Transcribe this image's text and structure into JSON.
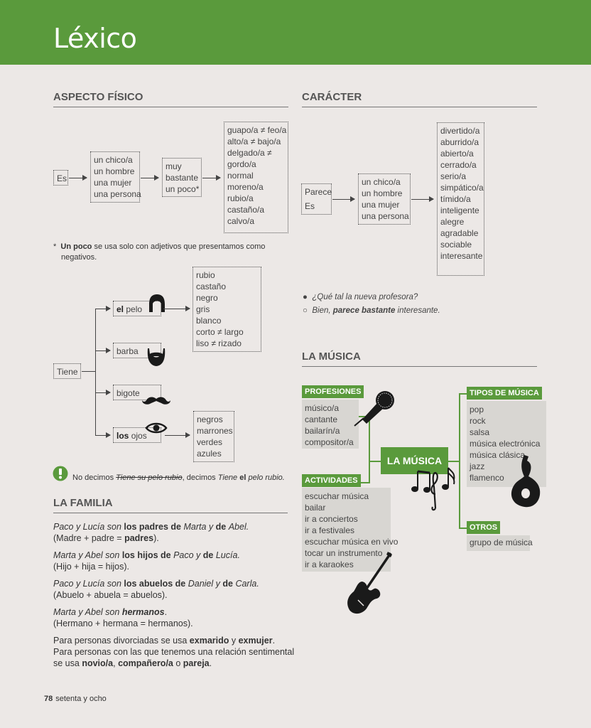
{
  "header": {
    "title": "Léxico"
  },
  "aspecto": {
    "heading": "ASPECTO FÍSICO",
    "es": "Es",
    "subjects": [
      "un chico/a",
      "un hombre",
      "una mujer",
      "una persona"
    ],
    "intensifiers": [
      "muy",
      "bastante",
      "un poco*"
    ],
    "adjectives": [
      "guapo/a ≠ feo/a",
      "alto/a ≠ bajo/a",
      "delgado/a ≠",
      "gordo/a",
      "normal",
      "moreno/a",
      "rubio/a",
      "castaño/a",
      "calvo/a"
    ],
    "footnote_star": "*",
    "footnote_bold": "Un poco",
    "footnote_rest": "se usa solo con adjetivos que presentamos como",
    "footnote_rest2": "negativos."
  },
  "tiene": {
    "verb": "Tiene",
    "pelo_art": "el",
    "pelo": "pelo",
    "barba": "barba",
    "bigote": "bigote",
    "ojos_art": "los",
    "ojos": "ojos",
    "hair_colors": [
      "rubio",
      "castaño",
      "negro",
      "gris",
      "blanco",
      "corto ≠ largo",
      "liso ≠ rizado"
    ],
    "eye_colors": [
      "negros",
      "marrones",
      "verdes",
      "azules"
    ],
    "warning_icon": "exclamation-icon",
    "warning_p1": "No decimos",
    "warning_wrong": "Tiene su pelo rubio",
    "warning_p2": ", decimos",
    "warning_right1": "Tiene",
    "warning_right_bold": "el",
    "warning_right2": "pelo rubio."
  },
  "caracter": {
    "heading": "CARÁCTER",
    "verbs": [
      "Parece",
      "Es"
    ],
    "subjects": [
      "un chico/a",
      "un hombre",
      "una mujer",
      "una persona"
    ],
    "adjectives": [
      "divertido/a",
      "aburrido/a",
      "abierto/a",
      "cerrado/a",
      "serio/a",
      "simpático/a",
      "tímido/a",
      "inteligente",
      "alegre",
      "agradable",
      "sociable",
      "interesante"
    ],
    "q": "¿Qué tal la nueva profesora?",
    "a1": "Bien,",
    "a_bold": "parece bastante",
    "a2": "interesante."
  },
  "familia": {
    "heading": "LA FAMILIA",
    "l1": {
      "a": "Paco y Lucía son",
      "b": "los padres de",
      "c": "Marta y",
      "d": "de",
      "e": "Abel."
    },
    "l1b": {
      "a": "(Madre + padre =",
      "b": "padres",
      "c": ")."
    },
    "l2": {
      "a": "Marta y Abel son",
      "b": "los hijos de",
      "c": "Paco y",
      "d": "de",
      "e": "Lucía."
    },
    "l2b": "(Hijo + hija = hijos).",
    "l3": {
      "a": "Paco y Lucía son",
      "b": "los abuelos de",
      "c": "Daniel y",
      "d": "de",
      "e": "Carla."
    },
    "l3b": "(Abuelo + abuela = abuelos).",
    "l4": {
      "a": "Marta y Abel son",
      "b": "hermanos",
      "c": "."
    },
    "l4b": "(Hermano + hermana = hermanos).",
    "l5": {
      "a": "Para personas divorciadas se usa",
      "b": "exmarido",
      "c": "y",
      "d": "exmujer",
      "e": "."
    },
    "l6": "Para personas con las que tenemos una relación sentimental",
    "l7": {
      "a": "se usa",
      "b": "novio/a",
      "c": ",",
      "d": "compañero/a",
      "e": "o",
      "f": "pareja",
      "g": "."
    }
  },
  "musica": {
    "heading": "LA MÚSICA",
    "center": "LA MÚSICA",
    "profesiones_tag": "PROFESIONES",
    "profesiones": [
      "músico/a",
      "cantante",
      "bailarín/a",
      "compositor/a"
    ],
    "actividades_tag": "ACTIVIDADES",
    "actividades": [
      "escuchar música",
      "bailar",
      "ir a conciertos",
      "ir a festivales",
      "escuchar música en vivo",
      "tocar un instrumento",
      "ir a karaokes"
    ],
    "tipos_tag": "TIPOS DE MÚSICA",
    "tipos": [
      "pop",
      "rock",
      "salsa",
      "música electrónica",
      "música clásica",
      "jazz",
      "flamenco"
    ],
    "otros_tag": "OTROS",
    "otros": [
      "grupo de música"
    ],
    "accent": "#5a9a3c"
  },
  "footer": {
    "page": "78",
    "text": "setenta y ocho"
  }
}
